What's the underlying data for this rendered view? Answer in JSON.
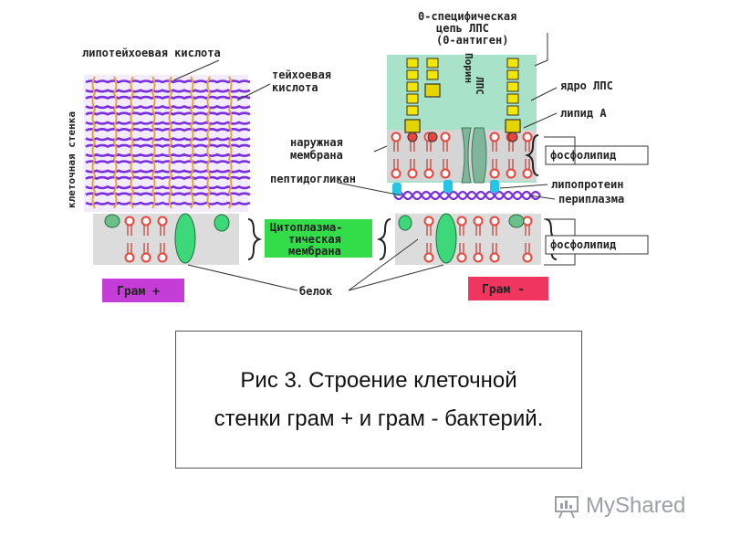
{
  "labels": {
    "lipoteichoic": "липотейхоевая кислота",
    "teichoic_1": "тейхоевая",
    "teichoic_2": "кислота",
    "cell_wall": "клеточная стенка",
    "o_chain_1": "0-специфическая",
    "o_chain_2": "цепь ЛПС",
    "o_chain_3": "(0-антиген)",
    "porin": "Порин",
    "lps": "ЛПС",
    "lps_core": "ядро ЛПС",
    "lipid_a": "липид А",
    "outer_membrane_1": "наружная",
    "outer_membrane_2": "мембрана",
    "phospholipid_top": "фосфолипид",
    "peptidoglycan": "пептидогликан",
    "lipoprotein": "липопротеин",
    "periplasm": "периплазма",
    "cytoplasmic_1": "Цитоплазма-",
    "cytoplasmic_2": "тическая",
    "cytoplasmic_3": "мембрана",
    "phospholipid_bottom": "фосфолипид",
    "protein": "белок",
    "gram_pos": "Грам +",
    "gram_neg": "Грам -"
  },
  "caption": "Рис 3. Строение клеточной стенки грам + и грам - бактерий.",
  "watermark": {
    "text": "MyShared",
    "icon": "presentation-board-icon"
  },
  "colors": {
    "purple": "#7a2ee0",
    "orange": "#e9a23b",
    "green": "#2fc26b",
    "teal": "#a8e3c9",
    "red_head": "#e8453c",
    "gram_pos_bg": "#c43dd6",
    "gram_neg_bg": "#f0365f"
  }
}
